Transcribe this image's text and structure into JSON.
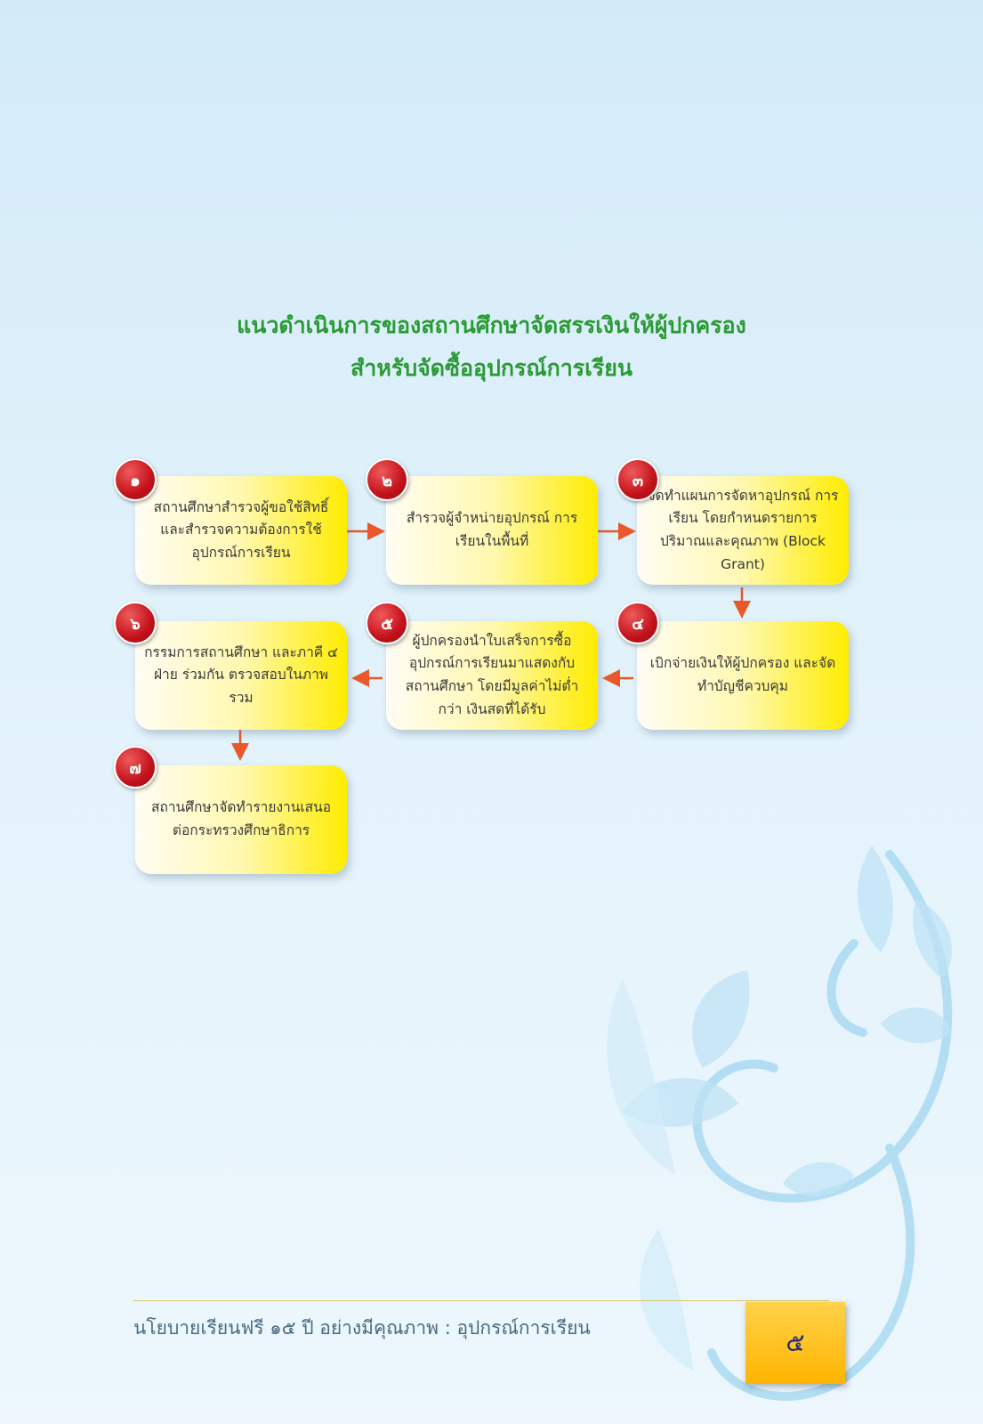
{
  "title": {
    "line1": "แนวดำเนินการของสถานศึกษาจัดสรรเงินให้ผู้ปกครอง",
    "line2": "สำหรับจัดซื้ออุปกรณ์การเรียน"
  },
  "steps": [
    {
      "number": "๑",
      "text": "สถานศึกษาสำรวจผู้ขอใช้สิทธิ์ และสำรวจความต้องการใช้ อุปกรณ์การเรียน"
    },
    {
      "number": "๒",
      "text": "สำรวจผู้จำหน่ายอุปกรณ์ การเรียนในพื้นที่"
    },
    {
      "number": "๓",
      "text": "จัดทำแผนการจัดหาอุปกรณ์ การเรียน โดยกำหนดรายการ ปริมาณและคุณภาพ (Block Grant)"
    },
    {
      "number": "๔",
      "text": "เบิกจ่ายเงินให้ผู้ปกครอง และจัดทำบัญชีควบคุม"
    },
    {
      "number": "๕",
      "text": "ผู้ปกครองนำใบเสร็จการซื้อ อุปกรณ์การเรียนมาแสดงกับ สถานศึกษา โดยมีมูลค่าไม่ต่ำกว่า เงินสดที่ได้รับ"
    },
    {
      "number": "๖",
      "text": "กรรมการสถานศึกษา และภาคี ๔ ฝ่าย ร่วมกัน ตรวจสอบในภาพรวม"
    },
    {
      "number": "๗",
      "text": "สถานศึกษาจัดทำรายงานเสนอ ต่อกระทรวงศึกษาธิการ"
    }
  ],
  "footer": {
    "text": "นโยบายเรียนฟรี ๑๕ ปี อย่างมีคุณภาพ : อุปกรณ์การเรียน",
    "page_number": "๕"
  },
  "colors": {
    "title": "#2b9a35",
    "arrow": "#e8582a",
    "badge": "#c3121b",
    "box_end": "#ffec00",
    "page_box": "#ffc21a"
  }
}
